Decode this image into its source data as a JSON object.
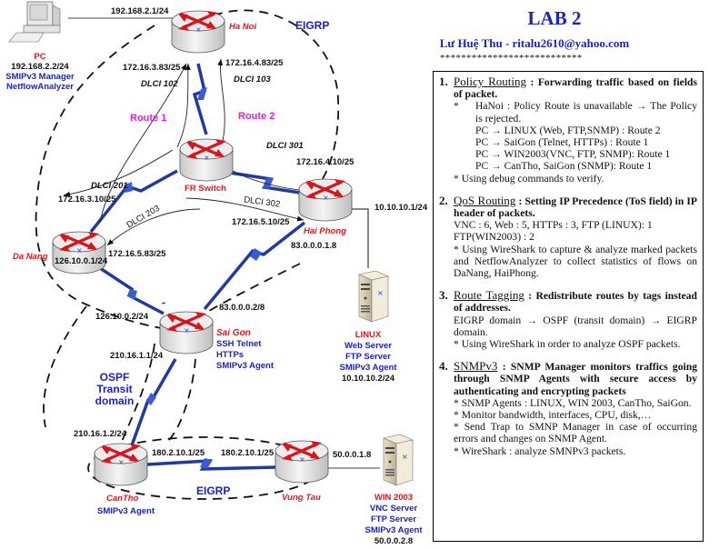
{
  "header": {
    "title": "LAB 2",
    "author": "Lư Huệ Thu  -  ritalu2610@yahoo.com",
    "separator": "***************************"
  },
  "diagram": {
    "devices": {
      "pc": {
        "name": "PC",
        "ip": "192.168.2.2/24",
        "roles": [
          "SMIPv3 Manager",
          "NetflowAnalyzer"
        ]
      },
      "hanoi": {
        "name": "Ha Noi"
      },
      "fr_switch": {
        "name": "FR Switch"
      },
      "danang": {
        "name": "Da Nang"
      },
      "haiphong": {
        "name": "Hai Phong"
      },
      "saigon": {
        "name": "Sai Gon",
        "roles": [
          "SSH Telnet",
          "HTTPs",
          "SMIPv3 Agent"
        ]
      },
      "cantho": {
        "name": "CanTho",
        "roles": [
          "SMIPv3 Agent"
        ]
      },
      "vungtau": {
        "name": "Vung Tau"
      },
      "linux": {
        "name": "LINUX",
        "roles": [
          "Web Server",
          "FTP Server",
          "SMIPv3 Agent"
        ],
        "ip": "10.10.10.2/24"
      },
      "win2003": {
        "name": "WIN 2003",
        "roles": [
          "VNC Server",
          "FTP Server",
          "SMIPv3 Agent"
        ],
        "ip": "50.0.0.2.8"
      }
    },
    "addresses": {
      "hanoi_lan": "192.168.2.1/24",
      "hanoi_s102": "172.16.3.83/25",
      "hanoi_s103": "172.16.4.83/25",
      "danang_s201": "172.16.3.10/25",
      "danang_s203": "172.16.5.83/25",
      "haiphong_s301": "172.16.4.10/25",
      "haiphong_s302": "172.16.5.10/25",
      "haiphong_lan": "10.10.10.1/24",
      "haiphong_sg": "83.0.0.0.1.8",
      "saigon_hp": "83.0.0.0.2/8",
      "danang_sg": "126.10.0.1/24",
      "saigon_dn": "126.10.0.2/24",
      "saigon_ct": "210.16.1.1/24",
      "cantho_sg": "210.16.1.2/24",
      "cantho_vt": "180.2.10.1/25",
      "vungtau_ct": "180.2.10.1/25",
      "vungtau_lan": "50.0.0.1.8"
    },
    "dlci": {
      "d102": "DLCI 102",
      "d103": "DLCI 103",
      "d201": "DLCI 201",
      "d203": "DLCI 203",
      "d301": "DLCI 301",
      "d302": "DLCI 302"
    },
    "routes": {
      "route1": "Route  1",
      "route2": "Route  2"
    },
    "domains": {
      "eigrp_top": "EIGRP",
      "ospf": [
        "OSPF",
        "Transit",
        "domain"
      ],
      "eigrp_bottom": "EIGRP"
    }
  },
  "notes": {
    "sections": [
      {
        "num": "1.",
        "title": "Policy Routing",
        "desc": " : Forwarding traffic based on fields of packet.",
        "bullet": "HaNoi : Policy Route is unavailable → The Policy is rejected.",
        "lines": [
          "PC → LINUX (Web, FTP,SNMP) : Route 2",
          "PC → SaiGon (Telnet, HTTPs) : Route 1",
          "PC → WIN2003(VNC, FTP, SNMP): Route 1",
          "PC → CanTho, SaiGon (SNMP): Route 1"
        ],
        "footer": "* Using debug commands to verify."
      },
      {
        "num": "2.",
        "title": "QoS Routing",
        "desc": " : Setting IP Precedence (ToS field) in IP header of packets.",
        "lines": [
          "VNC : 6, Web : 5, HTTPs : 3, FTP (LINUX): 1",
          "FTP(WIN2003) : 2",
          "* Using WireShark to capture & analyze marked packets and NetflowAnalyzer  to collect statistics of flows on DaNang, HaiPhong."
        ]
      },
      {
        "num": "3.",
        "title": "Route Tagging",
        "desc": " : Redistribute routes by tags instead of addresses.",
        "lines": [
          "EIGRP domain → OSPF (transit domain) → EIGRP domain.",
          "* Using WireShark in order to analyze OSPF packets."
        ]
      },
      {
        "num": "4.",
        "title": "SNMPv3",
        "desc": " : SNMP Manager monitors traffics going through SNMP Agents with secure access by authenticating and encrypting packets",
        "lines": [
          "* SNMP Agents : LINUX, WIN 2003, CanTho, SaiGon.",
          "*  Monitor bandwidth, interfaces, CPU, disk,…",
          "*  Send Trap to SMNP Manager in case of occurring errors and changes on SNMP Agent.",
          "*  WireShark : analyze SMNPv3 packets."
        ]
      }
    ]
  }
}
